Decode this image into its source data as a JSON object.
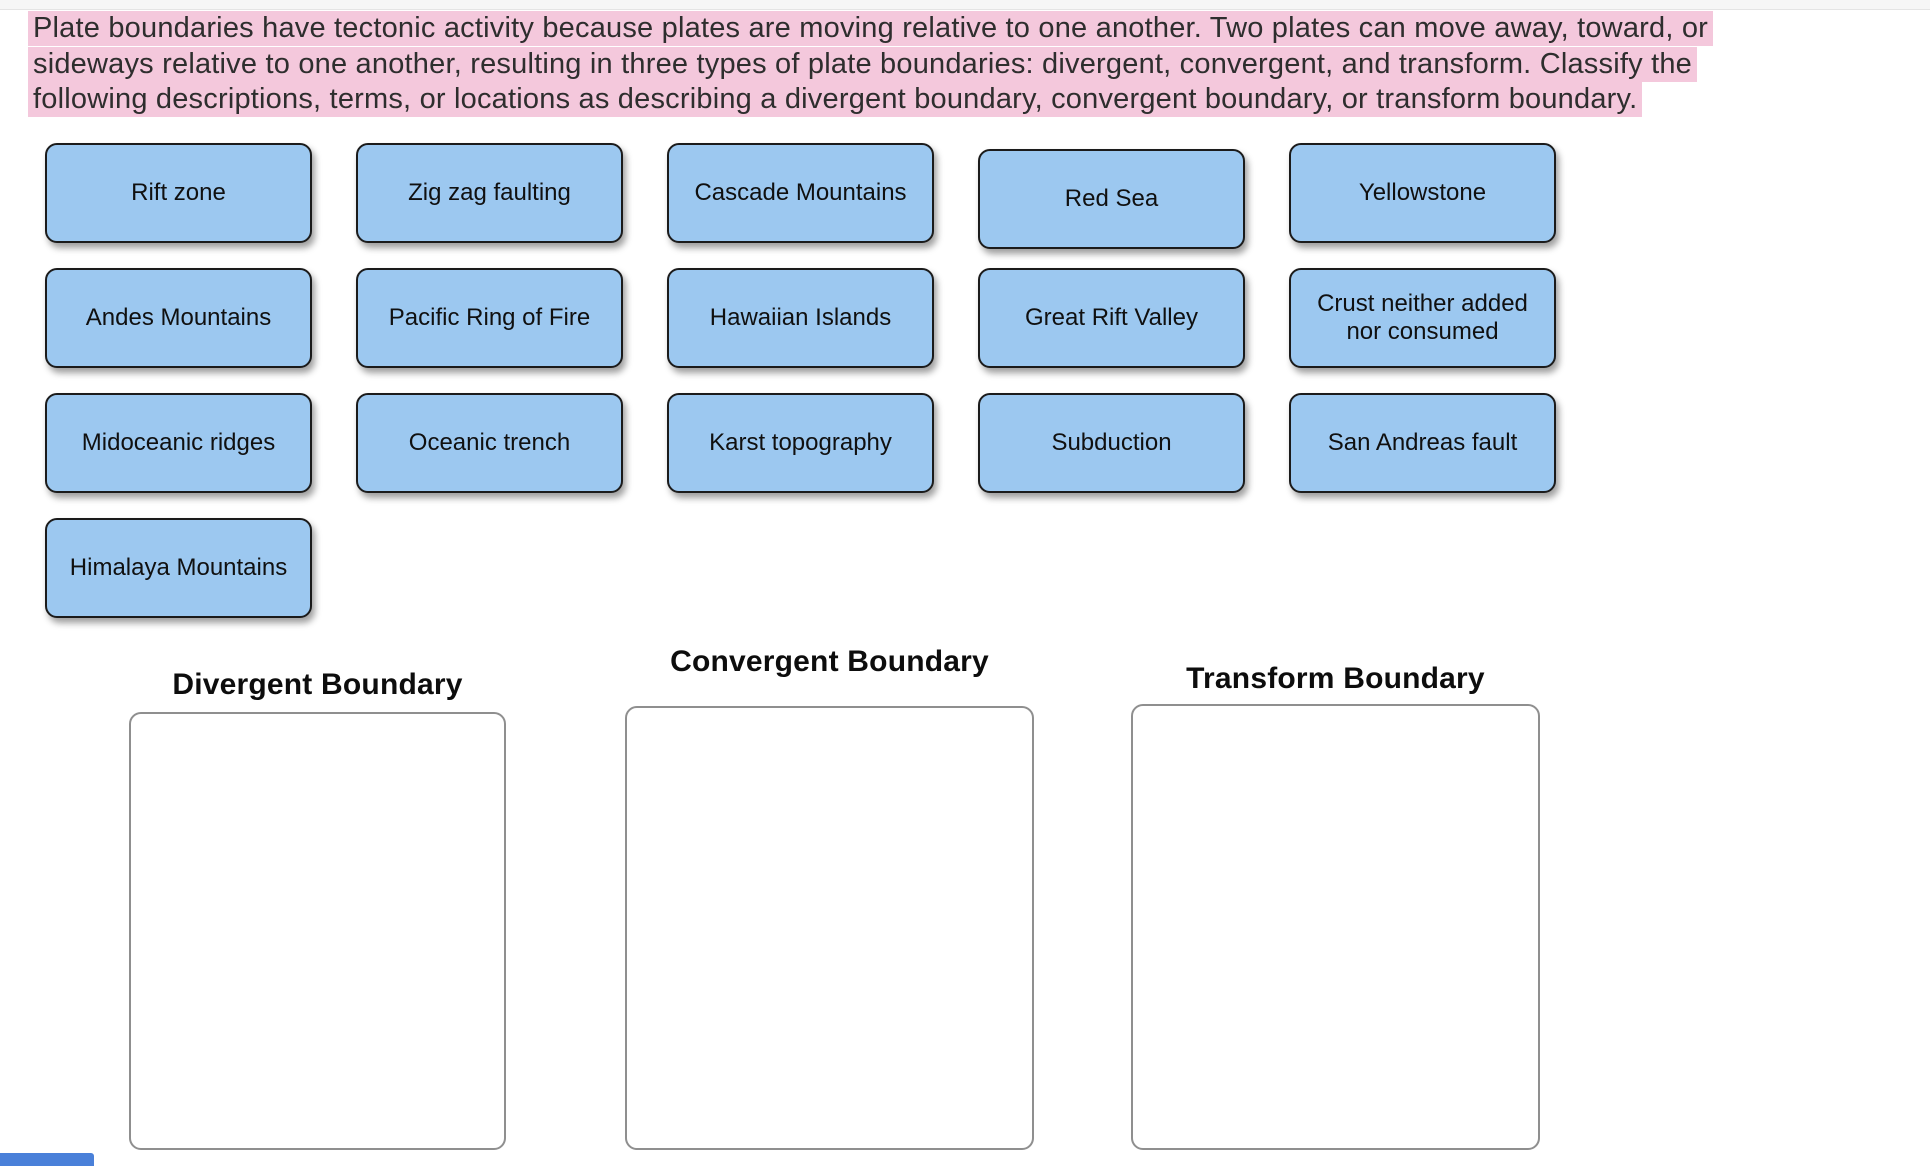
{
  "instructions": {
    "highlight_color": "#f4c8dc",
    "lines": [
      "Plate boundaries have tectonic activity because plates are moving relative to one another. Two plates can move away, toward, or",
      "sideways relative to one another, resulting in three types of plate boundaries: divergent, convergent, and transform. Classify the",
      "following descriptions, terms, or locations as describing a divergent boundary, convergent boundary, or transform boundary."
    ]
  },
  "tiles": {
    "fill_color": "#9cc8f0",
    "items": [
      "Rift zone",
      "Zig zag faulting",
      "Cascade Mountains",
      "Red Sea",
      "Yellowstone",
      "Andes Mountains",
      "Pacific Ring of Fire",
      "Hawaiian Islands",
      "Great Rift Valley",
      "Crust neither added nor consumed",
      "Midoceanic ridges",
      "Oceanic trench",
      "Karst topography",
      "Subduction",
      "San Andreas fault",
      "Himalaya Mountains"
    ]
  },
  "drop_zones": {
    "labels": [
      "Divergent Boundary",
      "Convergent Boundary",
      "Transform Boundary"
    ]
  },
  "partial_element": {
    "color": "#4a80d9"
  }
}
